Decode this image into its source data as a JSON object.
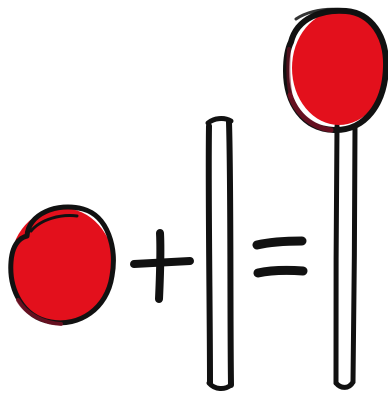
{
  "illustration": {
    "elements": [
      {
        "name": "red-circle-icon",
        "semantic": "ball"
      },
      {
        "name": "plus-sign-icon",
        "semantic": "plus"
      },
      {
        "name": "stick-icon",
        "semantic": "stick"
      },
      {
        "name": "equals-sign-icon",
        "semantic": "equals"
      },
      {
        "name": "lollipop-icon",
        "semantic": "lollipop"
      }
    ],
    "colors": {
      "red": "#e3101c",
      "dark_red": "#7a1024",
      "ink": "#111111",
      "background": "#ffffff",
      "stick_fill": "#ffffff"
    }
  }
}
